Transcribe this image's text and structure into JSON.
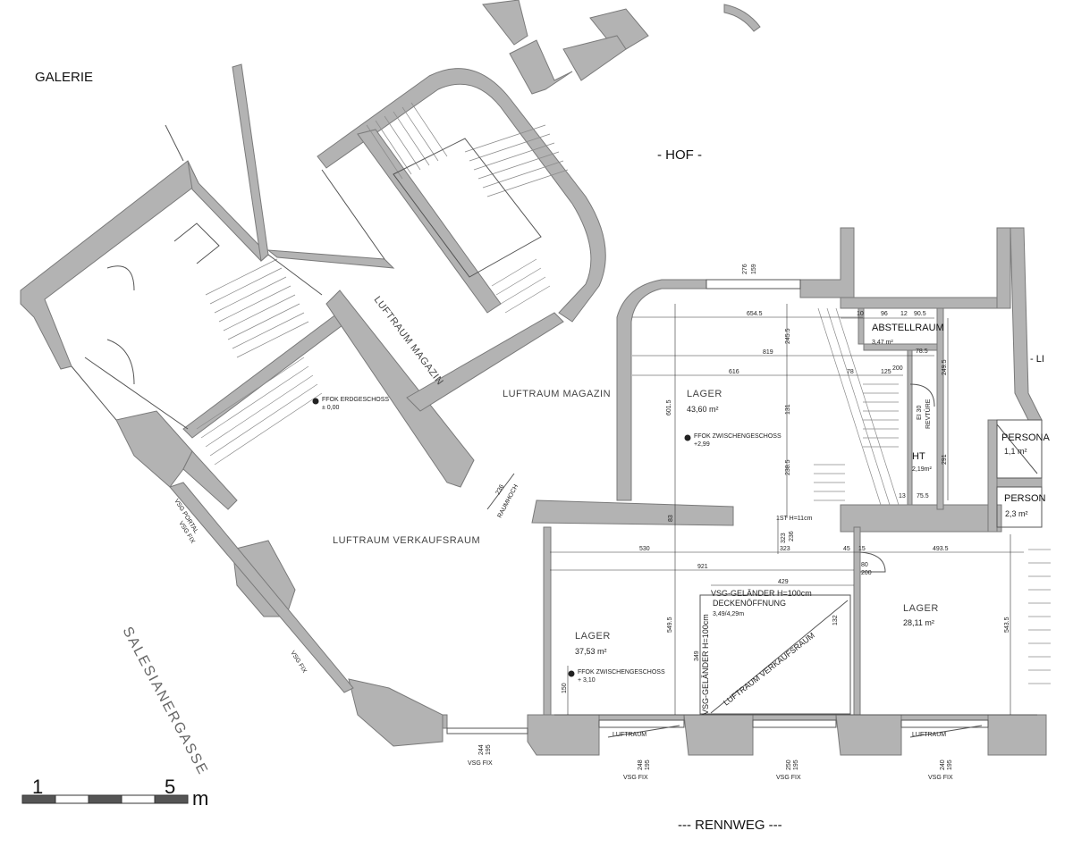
{
  "labels": {
    "galerie": "GALERIE",
    "hof": "- HOF -",
    "rennweg": "--- RENNWEG ---",
    "salesianergasse": "SALESIANERGASSE",
    "luftraum_magazin_1": "LUFTRAUM MAGAZIN",
    "luftraum_magazin_2": "LUFTRAUM MAGAZIN",
    "luftraum_verkaufsraum": "LUFTRAUM VERKAUFSRAUM",
    "luftraum_verkaufsraum_diag": "LUFTRAUM VERKAUFSRAUM",
    "raumhoch": "RAUMHOCH",
    "raumhoch_value": "236",
    "ffok_eg": "FFOK ERDGESCHOSS",
    "ffok_eg_value": "± 0,00",
    "edge_li": "- LI",
    "person_1": "PERSONA",
    "person_2": "PERSON",
    "vsg_fix": "VSG FIX",
    "luftraum": "LUFTRAUM",
    "vsg_portal": "VSG PORTAL"
  },
  "rooms": {
    "lager1": {
      "name": "LAGER",
      "area": "43,60 m²",
      "ffok": "FFOK ZWISCHENGESCHOSS",
      "ffok_value": "+2,99"
    },
    "lager2": {
      "name": "LAGER",
      "area": "37,53 m²",
      "ffok": "FFOK ZWISCHENGESCHOSS",
      "ffok_value": "+ 3,10"
    },
    "lager3": {
      "name": "LAGER",
      "area": "28,11 m²"
    },
    "abstellraum": {
      "name": "ABSTELLRAUM",
      "area": "3,47 m²"
    },
    "ht": {
      "name": "HT",
      "area": "2,19m²"
    },
    "person_area_1": "1,1 m²",
    "person_area_2": "2,3 m²"
  },
  "annotations": {
    "stair_height": "1ST H=11cm",
    "vsg_gelaender_h": "VSG-GELÄNDER  H=100cm",
    "deckenoeffnung": "DECKENÖFFNUNG",
    "deckenoeffnung_size": "3,49/4,29m",
    "vsg_gelaender_v": "VSG-GELÄNDER  H=100cm",
    "revtuere": "REVTÜRE",
    "ei30": "EI 30"
  },
  "dimensions": {
    "d654": "654.5",
    "d819": "819",
    "d616": "616",
    "d10": "10",
    "d96": "96",
    "d12": "12",
    "d905": "90.5",
    "d785": "78.5",
    "d125": "125",
    "d78": "78",
    "d200a": "200",
    "d2495": "249.5",
    "d291": "291",
    "d755": "75.5",
    "d13": "13",
    "d2455": "245.5",
    "d6015": "601.5",
    "d131": "131",
    "d2385": "238.5",
    "d83": "83",
    "d323v": "323",
    "d236v": "236",
    "d276": "276",
    "d159": "159",
    "d530": "530",
    "d323": "323",
    "d45": "45",
    "d15": "15",
    "d4935": "493.5",
    "d921": "921",
    "d80": "80",
    "d200b": "200",
    "d429": "429",
    "d132": "132",
    "d5495": "549.5",
    "d349": "349",
    "d150": "150",
    "d5435": "543.5",
    "d244": "244",
    "d195a": "195",
    "d248": "248",
    "d195b": "195",
    "d250": "250",
    "d195c": "195",
    "d240": "240",
    "d195d": "195"
  },
  "scale_bar": {
    "start": "1",
    "end": "5",
    "unit": "m"
  }
}
